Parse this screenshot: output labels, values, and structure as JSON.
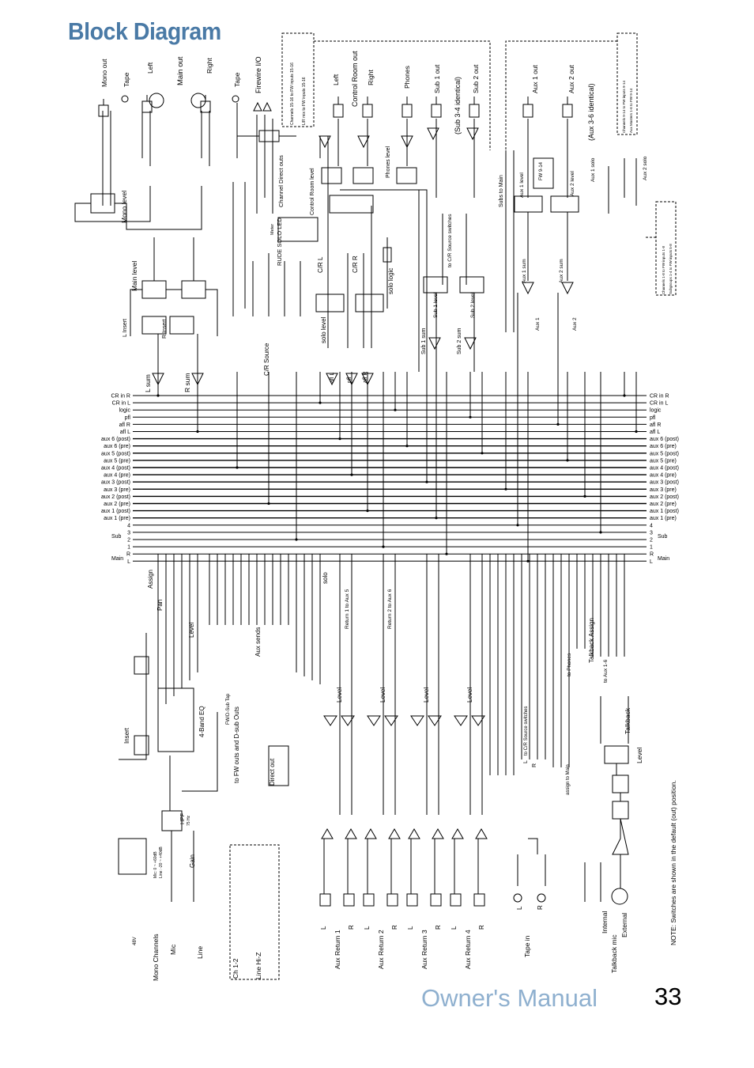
{
  "page": {
    "title": "Block Diagram",
    "manual": "Owner's Manual",
    "number": "33"
  },
  "left_bus_labels": [
    "CR in R",
    "CR in L",
    "logic",
    "pfl",
    "afl R",
    "afl L",
    "aux 6 (post)",
    "aux 6 (pre)",
    "aux 5 (post)",
    "aux 5 (pre)",
    "aux 4 (post)",
    "aux 4 (pre)",
    "aux 3 (post)",
    "aux 3 (pre)",
    "aux 2 (post)",
    "aux 2 (pre)",
    "aux 1 (post)",
    "aux 1 (pre)",
    "4",
    "3",
    "2",
    "1",
    "R",
    "L"
  ],
  "right_bus_labels": [
    "CR in R",
    "CR in L",
    "logic",
    "pfl",
    "afl R",
    "afl L",
    "aux 6 (post)",
    "aux 6 (pre)",
    "aux 5 (post)",
    "aux 5 (pre)",
    "aux 4 (post)",
    "aux 4 (pre)",
    "aux 3 (post)",
    "aux 3 (pre)",
    "aux 2 (post)",
    "aux 2 (pre)",
    "aux 1 (post)",
    "aux 1 (pre)",
    "4",
    "3",
    "2",
    "1",
    "R",
    "L"
  ],
  "bus_group_labels": {
    "sub_left": "Sub",
    "main_left": "Main",
    "sub_right": "Sub",
    "main_right": "Main"
  },
  "top_labels": {
    "mono_out": "Mono out",
    "tape1": "Tape",
    "left": "Left",
    "main_out": "Main out",
    "right": "Right",
    "tape2": "Tape",
    "firewire_io": "Firewire I/O",
    "cr_left": "Left",
    "control_room_out": "Control Room out",
    "cr_right": "Right",
    "phones": "Phones",
    "sub1_out": "Sub 1 out",
    "sub34": "(Sub 3-4 identical)",
    "sub2_out": "Sub 2 out",
    "aux1_out": "Aux 1 out",
    "aux2_out": "Aux 2 out",
    "aux36": "(Aux 3-6 identical)"
  },
  "misc_labels": {
    "mono_level": "Mono level",
    "main_level": "Main level",
    "l_insert": "L Insert",
    "r_insert": "R Insert",
    "l_sum": "L sum",
    "r_sum": "R sum",
    "channel_direct_outs": "Channel Direct outs",
    "control_room_level": "Control Room level",
    "meter": "Meter",
    "rude_solo_led": "RUDE SOLO LED",
    "cr_l": "C/R L",
    "cr_r": "C/R R",
    "solo_logic": "solo logic",
    "solo_level": "solo level",
    "afl_l": "afl L",
    "pfl": "pfl",
    "afl_r": "afl R",
    "cr_source": "C/R Source",
    "phones_level": "Phones level",
    "subs_to_main": "Subs to Main",
    "to_cr_source_switches": "to C/R Source switches",
    "sub1_level": "Sub 1 level",
    "sub2_level": "Sub 2 level",
    "sub1_sum": "Sub 1 sum",
    "sub2_sum": "Sub 2 sum",
    "aux1_level": "Aux 1 level",
    "aux2_level": "Aux 2 level",
    "aux1_solo": "Aux 1 solo",
    "aux2_solo": "Aux 2 solo",
    "aux1_sum": "Aux 1 sum",
    "aux2_sum": "Aux 2 sum",
    "aux1": "Aux 1",
    "aux2": "Aux 2",
    "fw_914": "FW 9-14",
    "sub1": "Sub 1",
    "sub2": "Sub 2",
    "main": "Main",
    "tape": "Tape",
    "assign": "Assign",
    "pan": "Pan",
    "level": "Level",
    "aux_sends": "Aux sends",
    "solo": "solo",
    "insert": "Insert",
    "band_eq": "4-Band EQ",
    "fw_dsub_tap": "FW/D-Sub Tap",
    "to_fw_outs": "to FW outs and D-sub Outs",
    "direct_out": "Direct out",
    "hpf": "HPF",
    "hpf_freq": "75 Hz",
    "gain": "Gain",
    "mic_range": "Mic: 0 ~ +60dB",
    "line_range": "Line: -20 ~ +40dB",
    "mono_channels": "Mono Channels",
    "mic": "Mic",
    "line": "Line",
    "ch12": "Ch 1-2",
    "line_hiz": "Line Hi-Z",
    "v48": "48V",
    "return1_aux5": "Return 1 to Aux 5",
    "return2_aux6": "Return 2 to Aux 6",
    "aux_return1": "Aux Return 1",
    "aux_return2": "Aux Return 2",
    "aux_return3": "Aux Return 3",
    "aux_return4": "Aux Return 4",
    "l": "L",
    "r": "R",
    "tape_in": "Tape in",
    "assign_to_main": "assign to Main",
    "to_phones": "to Phones",
    "to_aux16": "to Aux 1-6",
    "talkback_assign": "Talkback Assign",
    "talkback": "Talkback",
    "tb_level": "Level",
    "internal": "Internal",
    "talkback_mic": "Talkback mic",
    "external": "External",
    "note": "NOTE: Switches are shown in the default (out) position.",
    "fw_note_top": "Channels 15-16 to FW inputs 15-16",
    "fw_note_top2": "L/R mix to FW inputs 15-16",
    "fw_note_right": "Channels 9-14 to FW inputs 9-14",
    "fw_note_right2": "Aux Masters 1-6 to FW 9-14",
    "fw_note_mid": "Channels 1-8 to FW inputs 1-8",
    "fw_note_mid2": "Subgroups 1-4 to FW inputs 5-8"
  }
}
